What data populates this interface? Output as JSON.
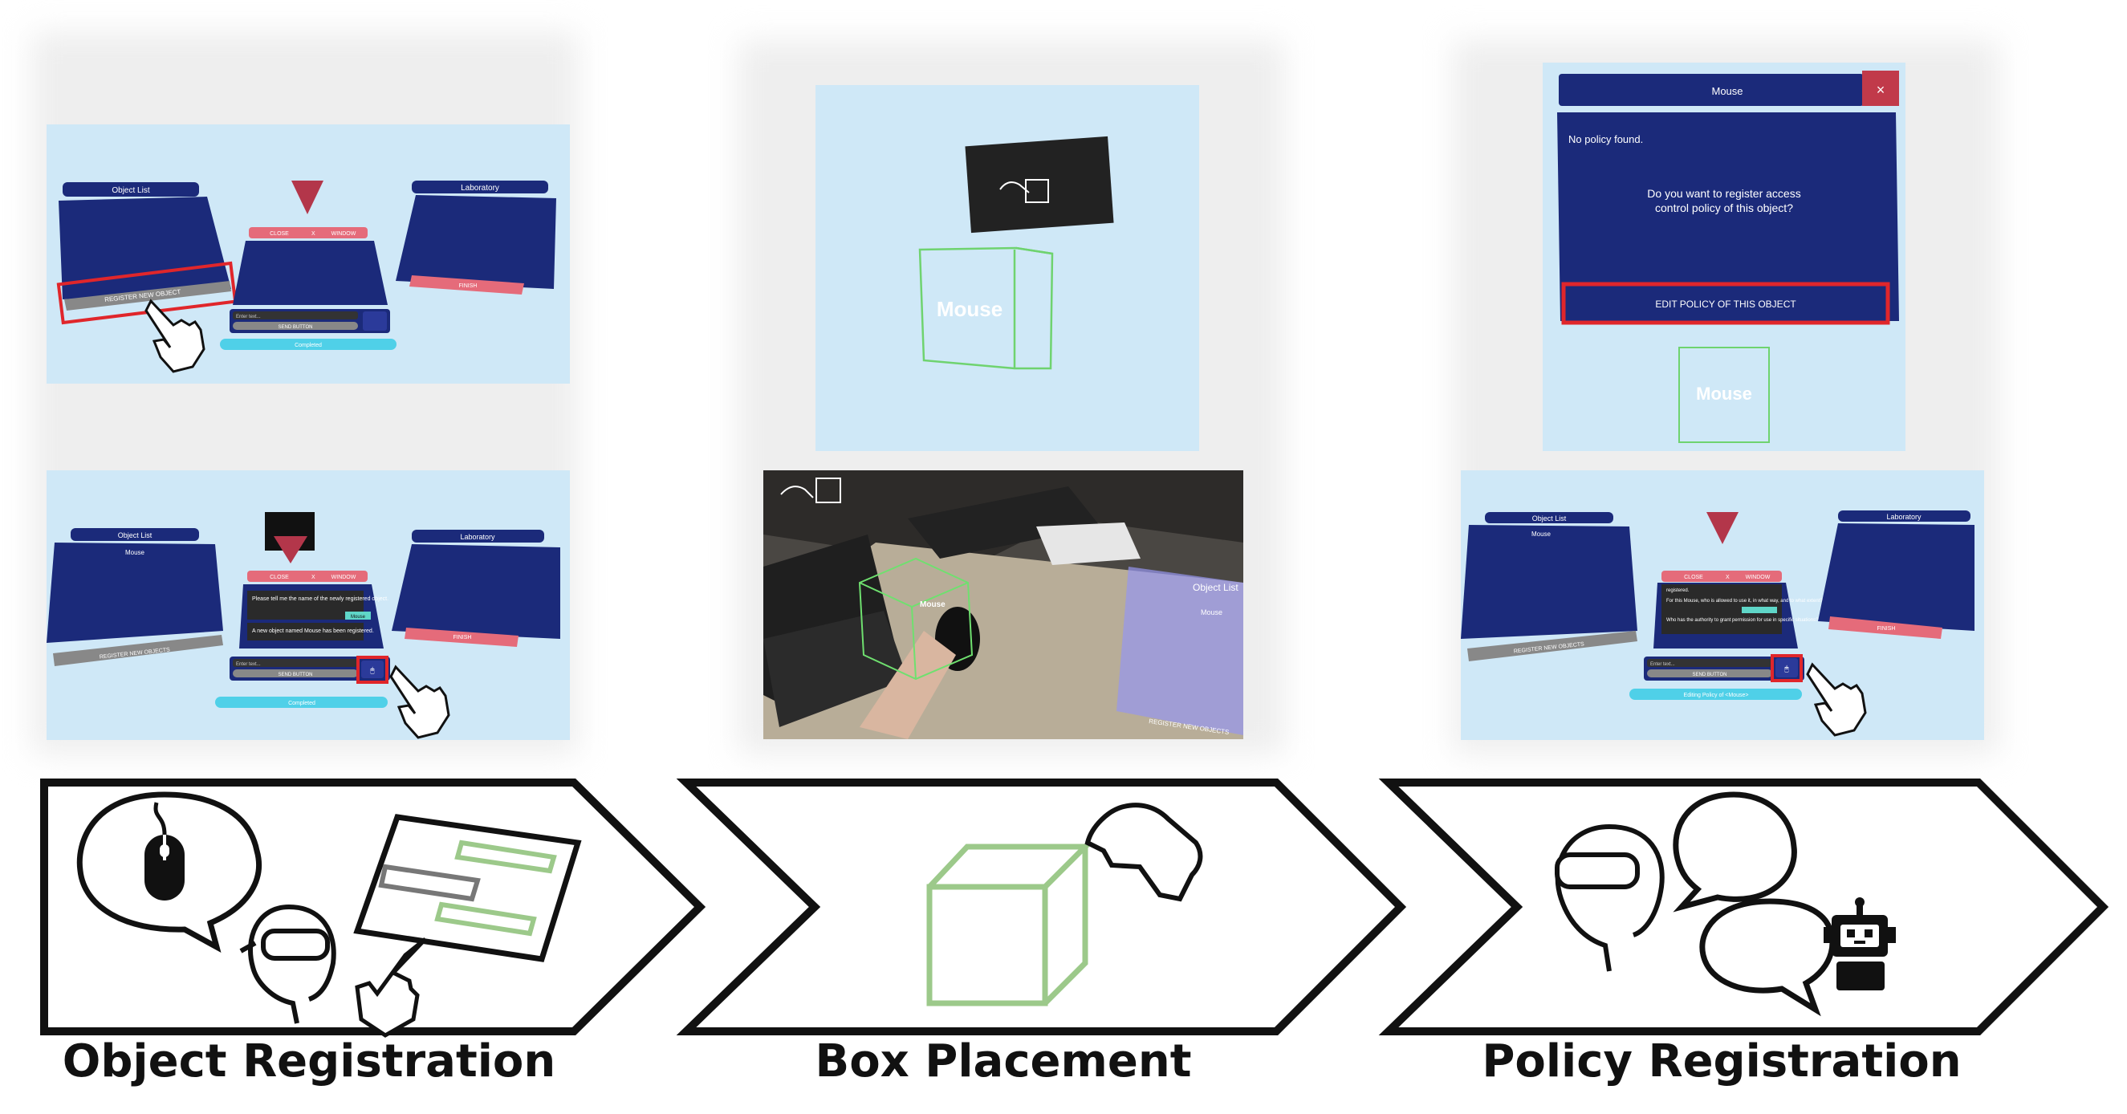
{
  "stages": [
    {
      "title": "Object Registration"
    },
    {
      "title": "Box Placement"
    },
    {
      "title": "Policy Registration"
    }
  ],
  "object_registration": {
    "top": {
      "object_list_title": "Object List",
      "laboratory_title": "Laboratory",
      "register_button": "REGISTER NEW OBJECT",
      "close_label": "CLOSE",
      "window_label": "WINDOW",
      "input_placeholder": "Enter text...",
      "send_button": "SEND BUTTON",
      "finish_label": "FINISH",
      "status_label": "Completed"
    },
    "bottom": {
      "object_list_title": "Object List",
      "list_item": "Mouse",
      "laboratory_title": "Laboratory",
      "chat_question": "Please tell me the name of the newly registered object.",
      "chat_answer": "Mouse",
      "chat_confirm": "A new object named Mouse has been registered.",
      "register_button": "REGISTER NEW OBJECTS",
      "close_label": "CLOSE",
      "window_label": "WINDOW",
      "input_placeholder": "Enter text...",
      "send_button": "SEND BUTTON",
      "finish_label": "FINISH",
      "status_label": "Completed"
    }
  },
  "box_placement": {
    "box_label": "Mouse",
    "photo_box_label": "Mouse",
    "photo_panel_title": "Object List",
    "photo_panel_item": "Mouse",
    "photo_panel_button": "REGISTER NEW OBJECTS"
  },
  "policy_registration": {
    "dialog": {
      "title": "Mouse",
      "close_glyph": "×",
      "message": "No policy found.",
      "question_line1": "Do you want to register access",
      "question_line2": "control policy of this object?",
      "edit_button": "EDIT POLICY OF THIS OBJECT",
      "box_label": "Mouse"
    },
    "bottom": {
      "object_list_title": "Object List",
      "list_item": "Mouse",
      "laboratory_title": "Laboratory",
      "chat_line1": "registered.",
      "chat_line2": "For this Mouse, who is allowed to use it, in what way, and to what extent?",
      "chat_line3": "Who has the authority to grant permission for use in specific situations?",
      "register_button": "REGISTER NEW OBJECTS",
      "close_label": "CLOSE",
      "window_label": "WINDOW",
      "input_placeholder": "Enter text...",
      "send_button": "SEND BUTTON",
      "finish_label": "FINISH",
      "status_label": "Editing Policy of <Mouse>"
    }
  },
  "colors": {
    "panel_bg": "#cfe8f7",
    "ui_navy": "#1b2a7a",
    "highlight_red": "#e0262b",
    "pink": "#e56b7a",
    "cyan": "#4fd0e8",
    "box_green": "#9cc98a"
  },
  "icons": [
    "pointing-hand-icon",
    "mouse-icon",
    "speech-bubble-icon",
    "vr-headset-person-icon",
    "robot-icon",
    "cube-icon",
    "grabbing-hand-icon",
    "cone-marker-icon"
  ]
}
